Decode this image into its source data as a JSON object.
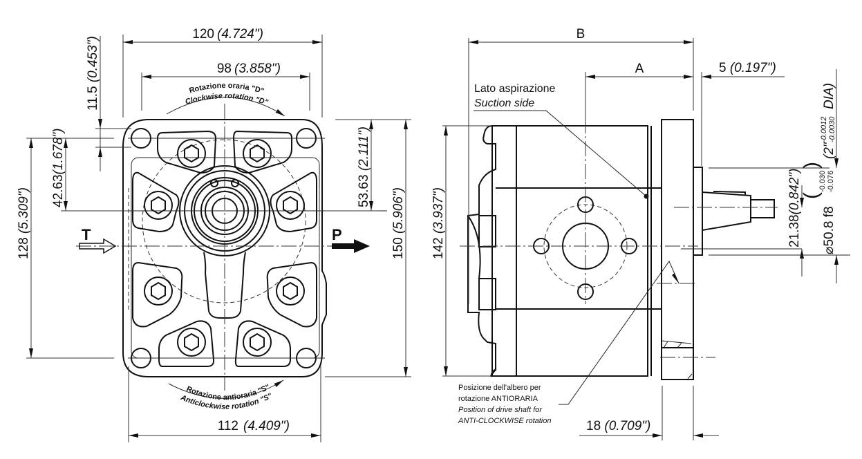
{
  "front_view": {
    "dim_width_overall": {
      "mm": "120",
      "inch": "(4.724\")"
    },
    "dim_bolt_spacing_top": {
      "mm": "98",
      "inch": "(3.858\")"
    },
    "dim_bottom_width": {
      "mm": "112",
      "inch": "(4.409\")"
    },
    "dim_top_offset": {
      "mm": "11.5",
      "inch": "(0.453\")"
    },
    "dim_port_offset_left": {
      "mm": "42.63",
      "inch": "(1.678\")"
    },
    "dim_hole_spacing_vertical": {
      "mm": "128",
      "inch": "(5.309\")"
    },
    "dim_port_offset_right": {
      "mm": "53.63",
      "inch": "(2.111\")"
    },
    "dim_height_overall": {
      "mm": "150",
      "inch": "(5.906\")"
    },
    "rotation_clockwise": {
      "it": "Rotazione oraria \"D\"",
      "en": "Clockwise rotation \"D\""
    },
    "rotation_anticlockwise": {
      "it": "Rotazione antioraria \"S\"",
      "en": "Anticlockwise rotation \"S\""
    },
    "port_inlet": "T",
    "port_outlet": "P"
  },
  "side_view": {
    "dim_B": "B",
    "dim_A": "A",
    "dim_flange_step": {
      "mm": "5",
      "inch": "(0.197\")"
    },
    "suction_label": {
      "it": "Lato aspirazione",
      "en": "Suction side"
    },
    "dim_body_height": {
      "mm": "142",
      "inch": "(3.937\")"
    },
    "dim_shaft_offset": {
      "mm": "21.38",
      "inch": "(0.842\")"
    },
    "dim_pilot_diameter": {
      "symbol": "⌀",
      "mm": "50.8 f8",
      "tol_mm_upper": "-0.030",
      "tol_mm_lower": "-0.076",
      "inch": "(2\"",
      "tol_in_upper": "-0.0012",
      "tol_in_lower": "-0.0030",
      "suffix": "DIA)"
    },
    "shaft_note": {
      "it_line1": "Posizione dell'albero per",
      "it_line2": "rotazione ANTIORARIA",
      "en_line1": "Position of drive shaft for",
      "en_line2": "ANTI-CLOCKWISE rotation"
    },
    "dim_flange_thickness": {
      "mm": "18",
      "inch": "(0.709\")"
    }
  }
}
